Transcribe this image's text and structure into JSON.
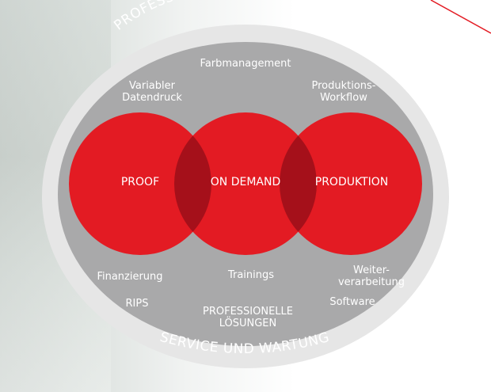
{
  "ring": {
    "top_text": "PROFESSIONELLE DIENSTLEISTUNGEN",
    "bottom_text": "SERVICE UND WARTUNG"
  },
  "circles": [
    {
      "label": "PROOF"
    },
    {
      "label": "ON DEMAND"
    },
    {
      "label": "PRODUKTION"
    }
  ],
  "services_top": {
    "farbmanagement": "Farbmanagement",
    "variabler_line1": "Variabler",
    "variabler_line2": "Datendruck",
    "produktions_line1": "Produktions-",
    "produktions_line2": "Workflow"
  },
  "services_bottom": {
    "finanzierung": "Finanzierung",
    "trainings": "Trainings",
    "weiter_line1": "Weiter-",
    "weiter_line2": "verarbeitung",
    "rips": "RIPS",
    "software": "Software",
    "loesungen_line1": "PROFESSIONELLE",
    "loesungen_line2": "LÖSUNGEN"
  },
  "colors": {
    "outer_ring": "#e6e6e6",
    "inner_ellipse": "#a9a9aa",
    "circle_red": "#e31b23",
    "overlap_red": "#a5101a",
    "accent_line": "#e31b23"
  }
}
